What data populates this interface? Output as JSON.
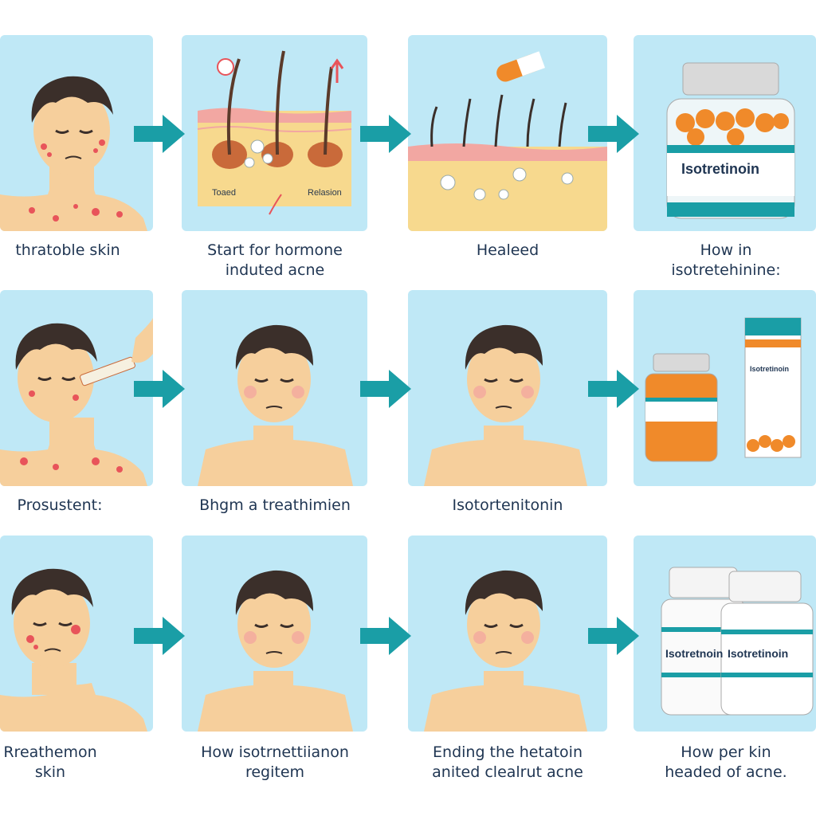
{
  "colors": {
    "panel_bg": "#bfe8f6",
    "arrow": "#1a9ea6",
    "skin": "#f6cf9c",
    "hair": "#3b2f2a",
    "acne": "#e8545a",
    "capsule": "#f08a2a",
    "bottle_band": "#1a9ea6"
  },
  "rows": [
    {
      "panels": [
        {
          "icon": "acne-face-icon",
          "caption": [
            "thratoble skin"
          ]
        },
        {
          "icon": "skin-layer-icon",
          "caption": [
            "Start for hormone",
            "induted acne"
          ],
          "labels": [
            "Toaed",
            "Relasion"
          ]
        },
        {
          "icon": "skin-layer-healed-icon",
          "caption": [
            "Healeed"
          ]
        },
        {
          "icon": "pill-bottle-icon",
          "caption": [
            "How in",
            "isotretehinine:"
          ],
          "bottle_text": "Isotretinoin"
        }
      ]
    },
    {
      "panels": [
        {
          "icon": "injection-face-icon",
          "caption": [
            "Prosustent:"
          ]
        },
        {
          "icon": "clear-face-icon",
          "caption": [
            "Bhgm a treathimien"
          ]
        },
        {
          "icon": "clear-face-icon",
          "caption": [
            "Isotortenitonin"
          ]
        },
        {
          "icon": "medication-box-icon",
          "caption": [
            ""
          ],
          "bottle_text": "Isotretinoin"
        }
      ]
    },
    {
      "panels": [
        {
          "icon": "acne-face-icon",
          "caption": [
            "Rreathemon",
            "skin"
          ]
        },
        {
          "icon": "clear-face-icon",
          "caption": [
            "How isotrnettiianon",
            "regitem"
          ]
        },
        {
          "icon": "clear-face-icon",
          "caption": [
            "Ending the hetatoin",
            "anited clealrut acne"
          ]
        },
        {
          "icon": "pill-bottles-icon",
          "caption": [
            "How per kin",
            "headed of acne."
          ],
          "bottle_text": "Isotretinoin",
          "bottle_text_front": "Isotretnoin"
        }
      ]
    }
  ]
}
